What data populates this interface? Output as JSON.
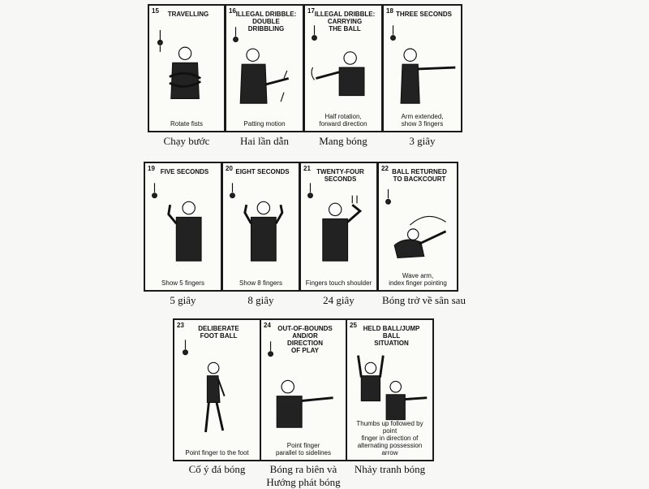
{
  "rows": [
    {
      "signals": [
        {
          "number": "15",
          "title": "TRAVELLING",
          "caption": "Rotate fists",
          "translation": "Chạy bước"
        },
        {
          "number": "16",
          "title": "ILLEGAL DRIBBLE:\nDOUBLE\nDRIBBLING",
          "caption": "Patting motion",
          "translation": "Hai lần dẫn"
        },
        {
          "number": "17",
          "title": "ILLEGAL DRIBBLE:\nCARRYING\nTHE BALL",
          "caption": "Half rotation,\nforward direction",
          "translation": "Mang bóng"
        },
        {
          "number": "18",
          "title": "THREE SECONDS",
          "caption": "Arm extended,\nshow 3 fingers",
          "translation": "3 giây"
        }
      ]
    },
    {
      "signals": [
        {
          "number": "19",
          "title": "FIVE SECONDS",
          "caption": "Show 5 fingers",
          "translation": "5 giây"
        },
        {
          "number": "20",
          "title": "EIGHT SECONDS",
          "caption": "Show 8 fingers",
          "translation": "8 giây"
        },
        {
          "number": "21",
          "title": "TWENTY-FOUR SECONDS",
          "caption": "Fingers touch shoulder",
          "translation": "24 giây"
        },
        {
          "number": "22",
          "title": "BALL RETURNED\nTO BACKCOURT",
          "caption": "Wave arm,\nindex finger pointing",
          "translation": "Bóng trở về sân sau"
        }
      ]
    },
    {
      "signals": [
        {
          "number": "23",
          "title": "DELIBERATE\nFOOT BALL",
          "caption": "Point finger to the foot",
          "translation": "Cố ý đá bóng"
        },
        {
          "number": "24",
          "title": "OUT-OF-BOUNDS\nAND/OR\nDIRECTION\nOF PLAY",
          "caption": "Point finger\nparallel to sidelines",
          "translation": "Bóng ra biên và\nHướng phát bóng"
        },
        {
          "number": "25",
          "title": "HELD BALL/JUMP BALL\nSITUATION",
          "caption": "Thumbs up followed by point\nfinger in direction of\nalternating possession arrow",
          "translation": "Nhảy tranh bóng"
        }
      ]
    }
  ]
}
